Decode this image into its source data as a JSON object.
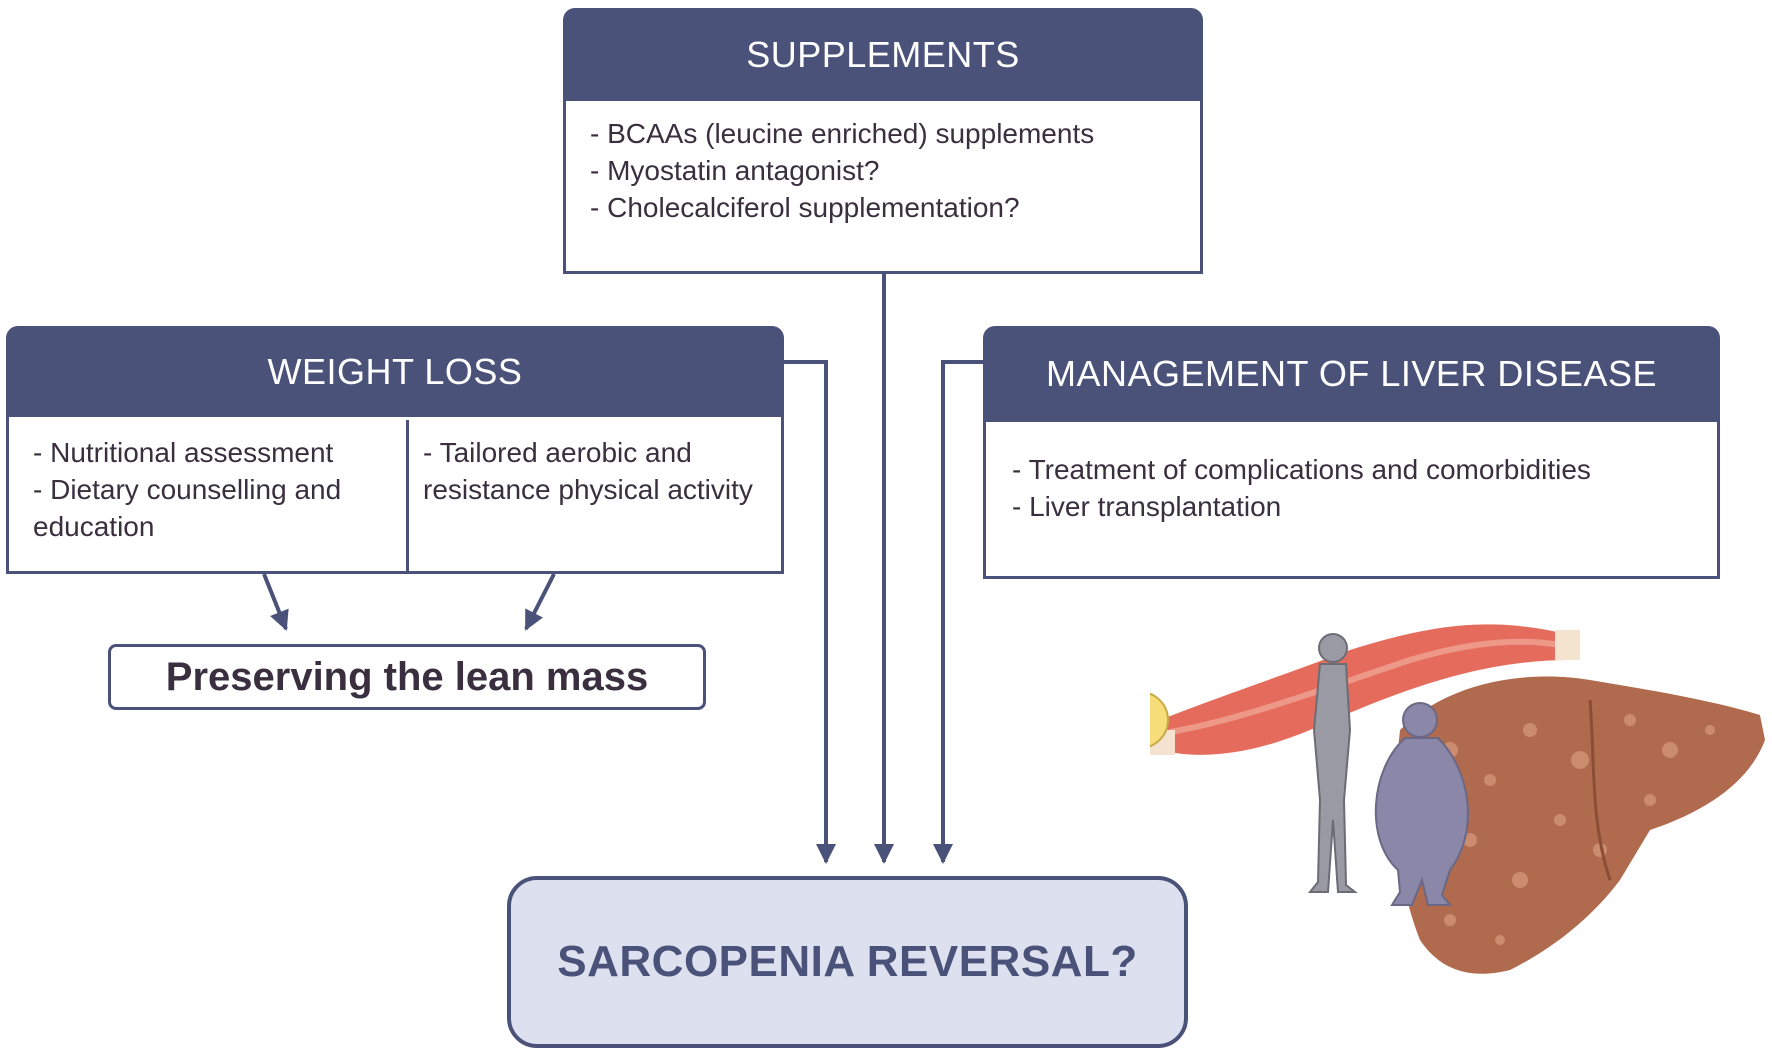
{
  "supplements": {
    "title": "SUPPLEMENTS",
    "items": [
      "- BCAAs (leucine enriched) supplements",
      "- Myostatin antagonist?",
      "- Cholecalciferol supplementation?"
    ]
  },
  "weight_loss": {
    "title": "WEIGHT LOSS",
    "left_items": [
      "- Nutritional assessment",
      "- Dietary counselling and education"
    ],
    "right_items": [
      "- Tailored aerobic and resistance  physical activity"
    ]
  },
  "liver": {
    "title": "MANAGEMENT OF LIVER DISEASE",
    "items": [
      "- Treatment of complications and comorbidities",
      "- Liver transplantation"
    ]
  },
  "lean_mass": {
    "label": "Preserving the lean mass"
  },
  "outcome": {
    "label": "SARCOPENIA REVERSAL?"
  },
  "colors": {
    "header": "#4b527a",
    "outcome_fill": "#dde1ef",
    "text": "#3a2f3f"
  },
  "illustration": {
    "icons": [
      "muscle-fiber-icon",
      "adipocyte-cluster-icon",
      "lean-person-icon",
      "obese-person-icon",
      "liver-icon"
    ]
  }
}
